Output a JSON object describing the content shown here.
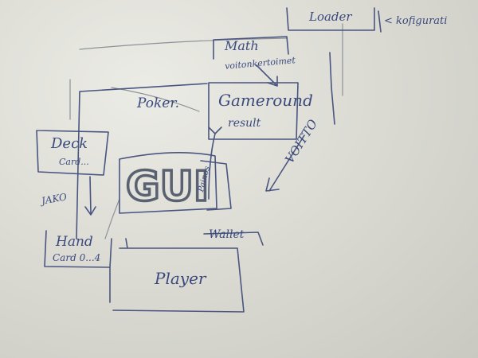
{
  "diagram": {
    "nodes": {
      "loader": "Loader",
      "kopfigurati": "< kofigurati",
      "math": "Math",
      "voitonkertoimet": "voitonkertoimet",
      "gameround": "Gameround",
      "result": "result",
      "poker": "Poker.",
      "deck": "Deck",
      "deck_sub": "Card...",
      "gui": "GUI",
      "gui_side": "Painos",
      "voitto": "VOITTO",
      "jako": "JAKO",
      "hand": "Hand",
      "hand_sub": "Card 0...4",
      "wallet": "Wallet",
      "player": "Player"
    }
  }
}
